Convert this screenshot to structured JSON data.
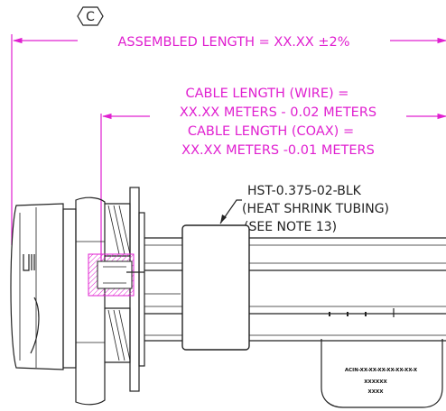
{
  "revision_marker": "C",
  "dimensions": {
    "assembled_length": "ASSEMBLED LENGTH = XX.XX ±2%",
    "cable_wire_line1": "CABLE LENGTH (WIRE) =",
    "cable_wire_line2": "XX.XX METERS - 0.02 METERS",
    "cable_coax_line1": "CABLE LENGTH (COAX) =",
    "cable_coax_line2": "XX.XX METERS -0.01 METERS"
  },
  "callout": {
    "part_number": "HST-0.375-02-BLK",
    "description": "(HEAT SHRINK TUBING)",
    "note": "(SEE NOTE 13)"
  },
  "label_tag": {
    "line1": "ACIN-XX-XX-XX-XX-XX-XX-X",
    "line2": "XXXXXX",
    "line3": "XXXX"
  },
  "colors": {
    "dimension": "#e020d0",
    "linework": "#222222",
    "background": "#ffffff"
  }
}
